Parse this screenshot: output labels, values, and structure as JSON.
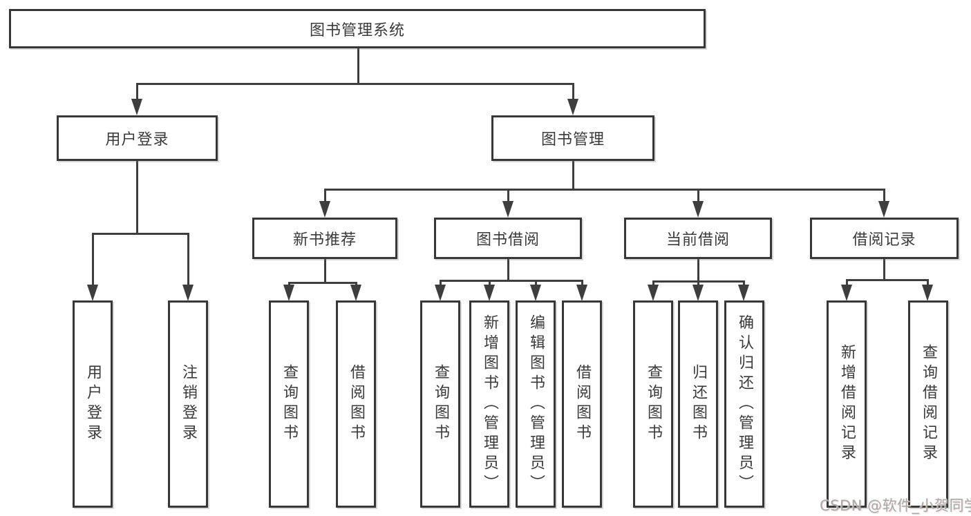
{
  "colors": {
    "line": "#3e3e3e",
    "box_border": "#373737",
    "text": "#3a3a3a",
    "background": "#ffffff",
    "watermark": "#a8a8a8"
  },
  "tree": {
    "root": "图书管理系统",
    "level2": [
      "用户登录",
      "图书管理"
    ],
    "level3": [
      "新书推荐",
      "图书借阅",
      "当前借阅",
      "借阅记录"
    ],
    "leaves": {
      "login": [
        "用户登录",
        "注销登录"
      ],
      "recommend": [
        "查询图书",
        "借阅图书"
      ],
      "borrowing": [
        "查询图书",
        "新增图书（管理员）",
        "编辑图书（管理员）",
        "借阅图书"
      ],
      "current": [
        "查询图书",
        "归还图书",
        "确认归还（管理员）"
      ],
      "records": [
        "新增借阅记录",
        "查询借阅记录"
      ]
    }
  },
  "watermark": {
    "text": "CSDN @软件_小贺同学"
  }
}
